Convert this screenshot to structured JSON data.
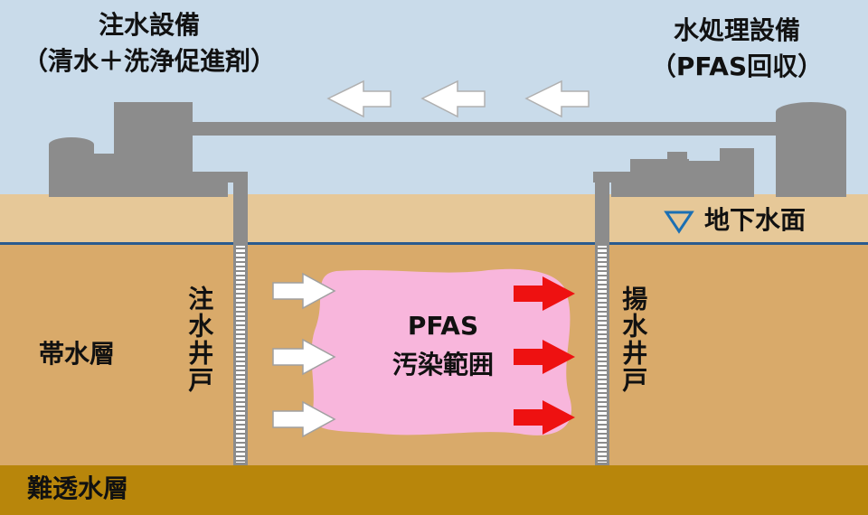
{
  "labels": {
    "injection_facility_title": "注水設備",
    "injection_facility_note": "（清水＋洗浄促進剤）",
    "treatment_facility_title": "水処理設備",
    "treatment_facility_note": "（PFAS回収）",
    "groundwater_level": "地下水面",
    "aquifer": "帯水層",
    "aquitard": "難透水層",
    "injection_well": "注水井戸",
    "pumping_well": "揚水井戸",
    "plume_line1": "PFAS",
    "plume_line2": "汚染範囲"
  },
  "colors": {
    "sky": "#c9dbea",
    "surface_soil": "#e6c898",
    "aquifer_soil": "#d9aa6a",
    "aquitard": "#b8860b",
    "water_table": "#2a5b8f",
    "equipment": "#8c8c8c",
    "plume": "#f8b6dc",
    "injection_arrow": "#ffffff",
    "extraction_arrow": "#ee1111"
  }
}
